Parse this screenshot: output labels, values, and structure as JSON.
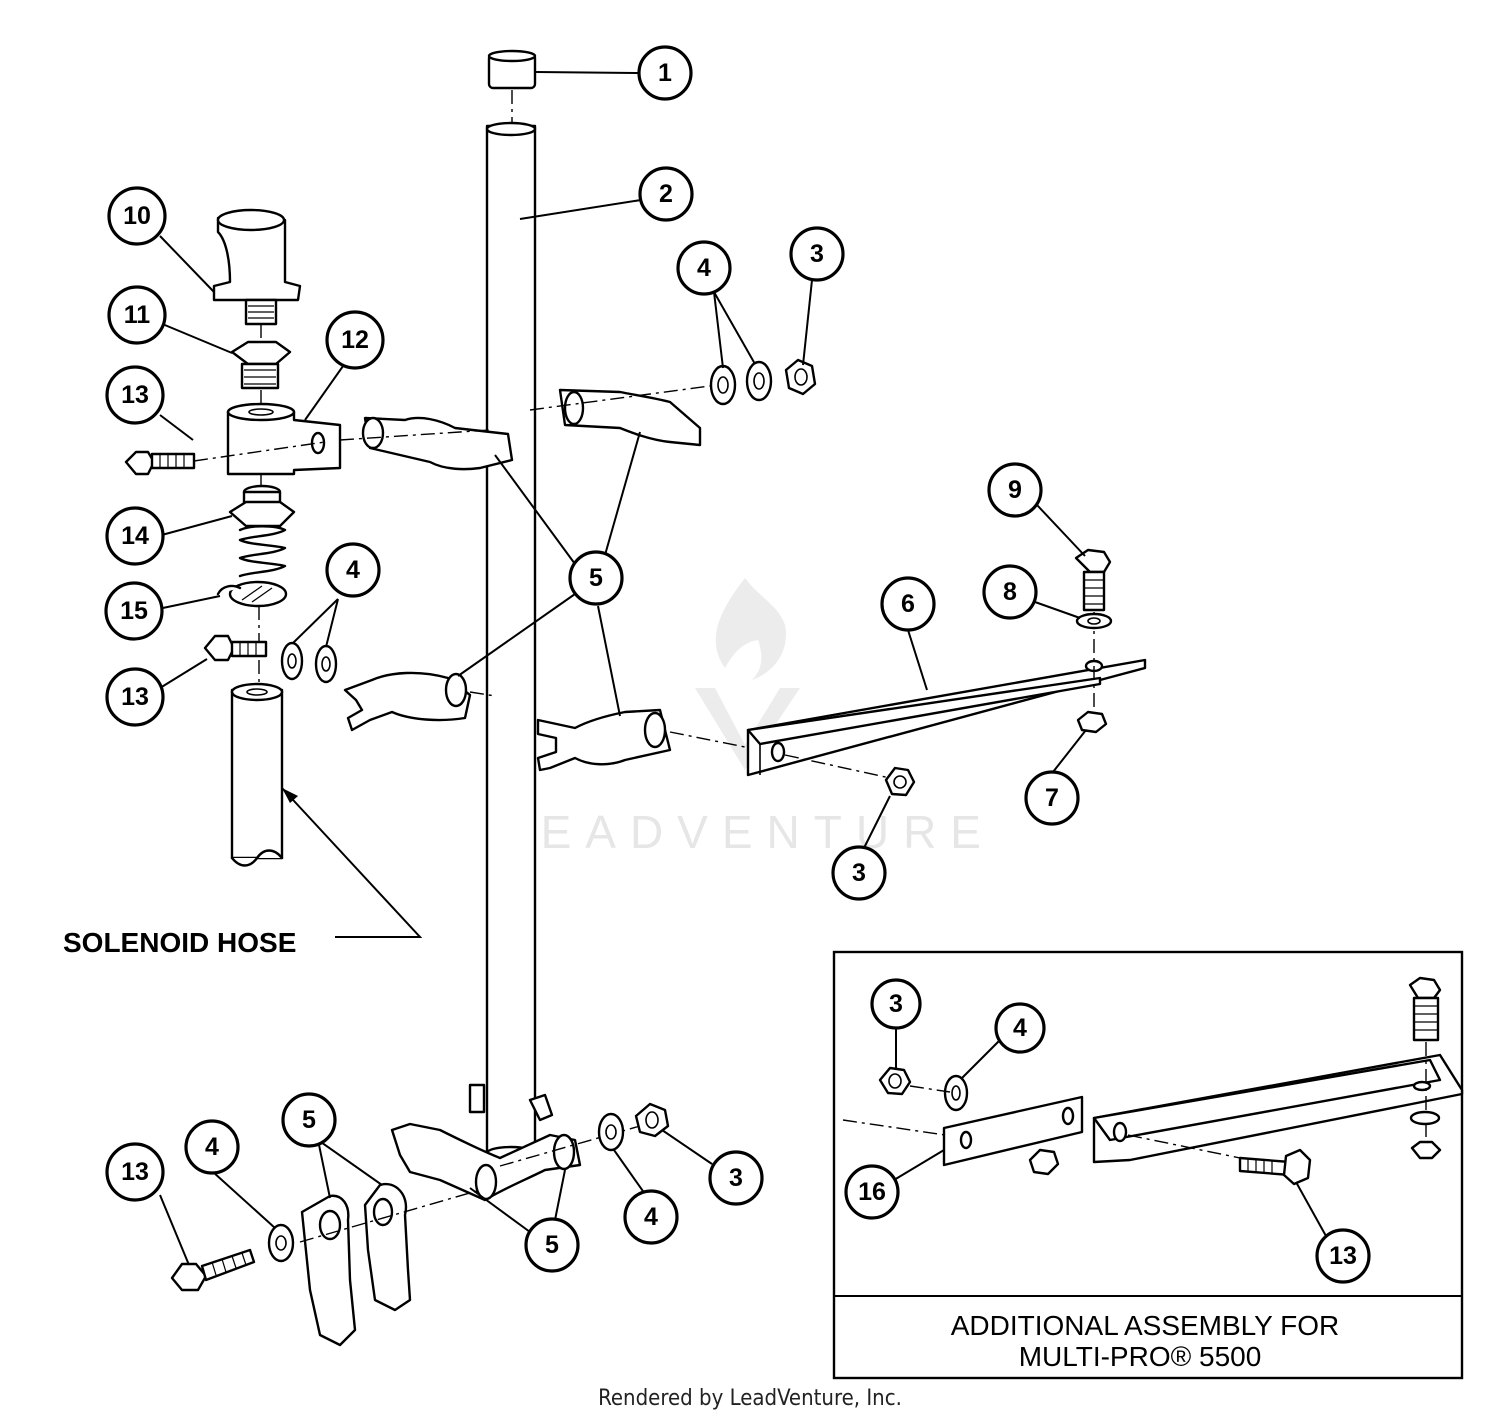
{
  "watermark": {
    "text": "LEADVENTURE"
  },
  "callouts": [
    "1",
    "2",
    "3",
    "4",
    "5",
    "6",
    "7",
    "8",
    "9",
    "10",
    "11",
    "12",
    "13",
    "14",
    "15",
    "16"
  ],
  "labels": {
    "solenoid_hose": "SOLENOID HOSE"
  },
  "inset": {
    "caption_line1": "ADDITIONAL  ASSEMBLY FOR",
    "caption_line2": "MULTI-PRO® 5500"
  },
  "footer": {
    "text": "Rendered by LeadVenture, Inc."
  }
}
